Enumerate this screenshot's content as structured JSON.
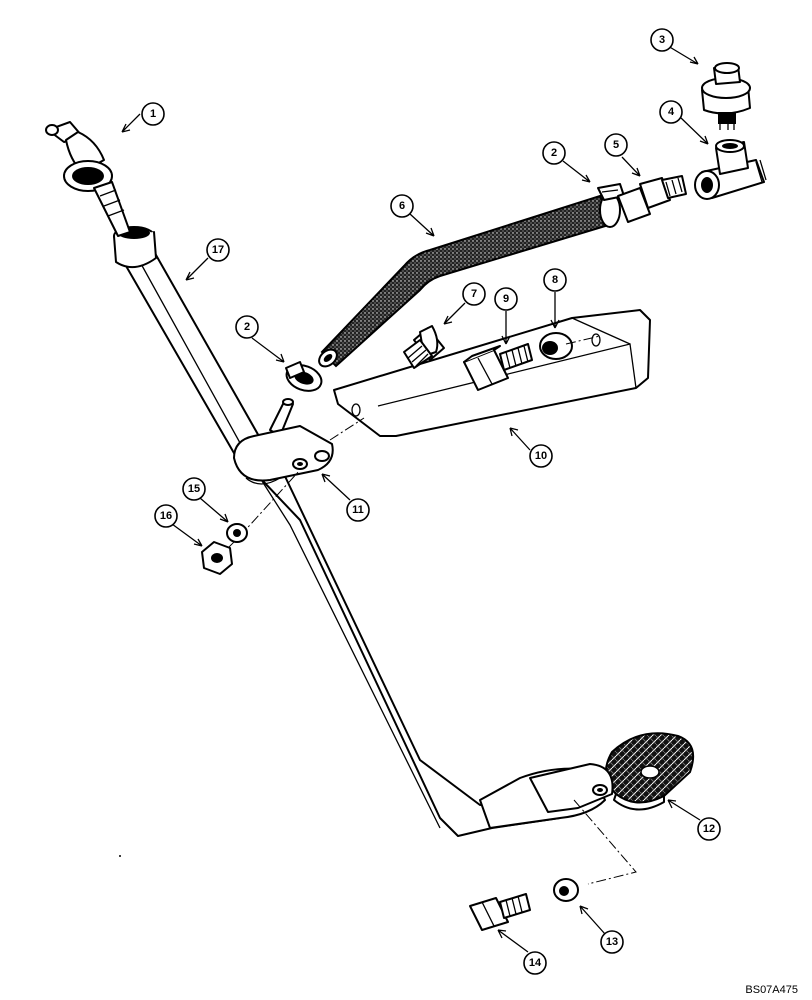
{
  "figure_code": "BS07A475",
  "callouts": [
    "1",
    "2",
    "3",
    "4",
    "2",
    "5",
    "6",
    "7",
    "8",
    "9",
    "10",
    "11",
    "12",
    "13",
    "14",
    "15",
    "16",
    "17"
  ],
  "colors": {
    "line": "#000000",
    "background": "#ffffff",
    "hose_fill": "#333333"
  }
}
